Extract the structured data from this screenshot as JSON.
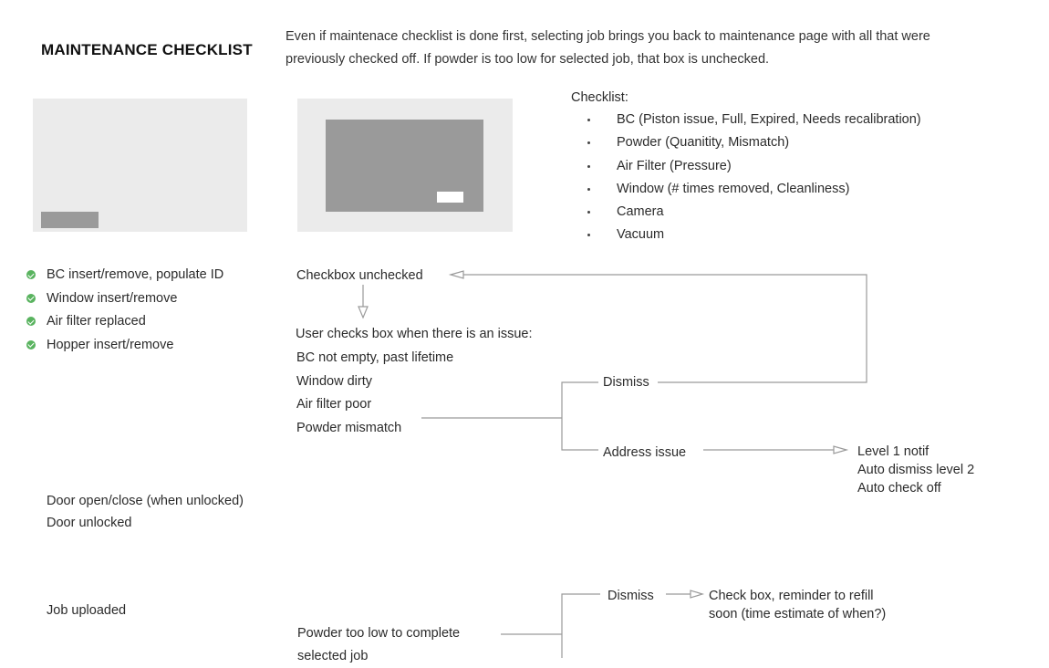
{
  "header": {
    "title": "MAINTENANCE CHECKLIST",
    "description_line1": "Even if maintenace checklist is done first, selecting job brings you back to maintenance page with all that were",
    "description_line2": "previously checked off. If powder is too low for selected job, that box is unchecked."
  },
  "checklist": {
    "label": "Checklist:",
    "items": [
      "BC  (Piston issue, Full, Expired, Needs recalibration)",
      "Powder (Quanitity, Mismatch)",
      "Air Filter (Pressure)",
      "Window (# times removed, Cleanliness)",
      "Camera",
      "Vacuum"
    ]
  },
  "completed": {
    "items": [
      "BC insert/remove, populate ID",
      "Window insert/remove",
      "Air filter replaced",
      "Hopper insert/remove"
    ]
  },
  "flow": {
    "checkbox_unchecked": "Checkbox unchecked",
    "issue_intro": "User checks box when there is an issue:",
    "issues": [
      "BC not empty, past lifetime",
      "Window dirty",
      "Air filter poor",
      "Powder mismatch"
    ],
    "dismiss": "Dismiss",
    "address_issue": "Address issue",
    "address_results": [
      "Level 1 notif",
      "Auto dismiss level 2",
      "Auto check off"
    ]
  },
  "door": {
    "items": [
      "Door open/close (when unlocked)",
      "Door unlocked"
    ]
  },
  "job": {
    "uploaded": "Job uploaded",
    "powder_low_line1": "Powder too low to complete",
    "powder_low_line2": "selected job",
    "dismiss": "Dismiss",
    "reminder_line1": "Check box, reminder to refill",
    "reminder_line2": "soon (time estimate of when?)"
  },
  "colors": {
    "check_green": "#59b35f",
    "thumb_bg": "#ebebeb",
    "thumb_inner": "#9a9a9a",
    "line": "#9a9a9a"
  }
}
